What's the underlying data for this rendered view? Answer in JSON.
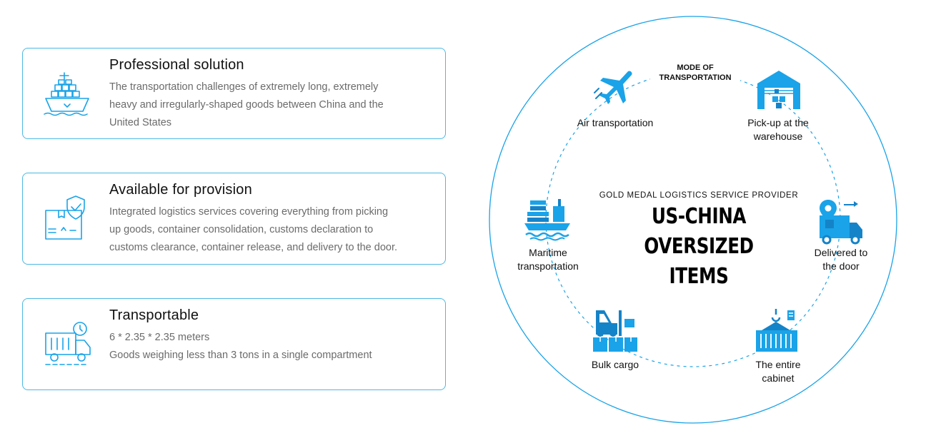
{
  "features": [
    {
      "title": "Professional solution",
      "lines": [
        "The transportation challenges of extremely long, extremely",
        "heavy and irregularly-shaped goods between China and the",
        "United States"
      ],
      "icon": "cargo-ship-icon"
    },
    {
      "title": "Available for provision",
      "lines": [
        "Integrated logistics services covering everything from picking",
        "up goods, container consolidation, customs declaration to",
        "customs clearance, container release, and delivery to the door."
      ],
      "icon": "shield-box-icon"
    },
    {
      "title": "Transportable",
      "lines": [
        "6 * 2.35 * 2.35 meters",
        "Goods weighing less than 3 tons in a single compartment"
      ],
      "icon": "truck-clock-icon"
    }
  ],
  "diagram": {
    "mode_label": [
      "MODE OF",
      "TRANSPORTATION"
    ],
    "center_subtitle": "GOLD MEDAL LOGISTICS SERVICE PROVIDER",
    "center_title": [
      "US-CHINA OVERSIZED",
      "ITEMS"
    ],
    "nodes": [
      {
        "id": "air",
        "label": [
          "Air transportation"
        ],
        "icon": "airplane-icon"
      },
      {
        "id": "pickup",
        "label": [
          "Pick-up at the",
          "warehouse"
        ],
        "icon": "warehouse-icon"
      },
      {
        "id": "maritime",
        "label": [
          "Maritime",
          "transportation"
        ],
        "icon": "container-ship-icon"
      },
      {
        "id": "door",
        "label": [
          "Delivered to",
          "the door"
        ],
        "icon": "delivery-truck-icon"
      },
      {
        "id": "bulk",
        "label": [
          "Bulk cargo"
        ],
        "icon": "forklift-icon"
      },
      {
        "id": "cabinet",
        "label": [
          "The entire",
          "cabinet"
        ],
        "icon": "container-crane-icon"
      }
    ],
    "colors": {
      "accent": "#1aa3e8",
      "border": "#4bb8e3",
      "icon_dark": "#1583c8"
    }
  }
}
